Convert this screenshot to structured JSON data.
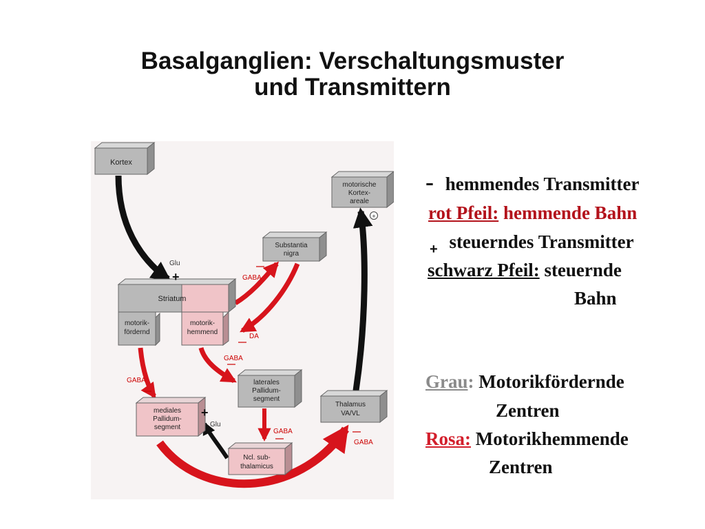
{
  "title": {
    "line1": "Basalganglien: Verschaltungsmuster",
    "line2": "und Transmittern"
  },
  "diagram": {
    "boxes": {
      "kortex": "Kortex",
      "motorische_l1": "motorische",
      "motorische_l2": "Kortex-",
      "motorische_l3": "areale",
      "substantia_l1": "Substantia",
      "substantia_l2": "nigra",
      "striatum": "Striatum",
      "foerdernd_l1": "motorik-",
      "foerdernd_l2": "fördernd",
      "hemmend_l1": "motorik-",
      "hemmend_l2": "hemmend",
      "laterales_l1": "laterales",
      "laterales_l2": "Pallidum-",
      "laterales_l3": "segment",
      "thalamus_l1": "Thalamus",
      "thalamus_l2": "VA/VL",
      "mediales_l1": "mediales",
      "mediales_l2": "Pallidum-",
      "mediales_l3": "segment",
      "ncl_l1": "Ncl. sub-",
      "ncl_l2": "thalamicus"
    },
    "labels": {
      "glu_top": "Glu",
      "plus_top": "+",
      "gaba_sn": "GABA",
      "da": "DA",
      "gaba_lat": "GABA",
      "gaba_med": "GABA",
      "plus_ncl": "+",
      "glu_ncl": "Glu",
      "gaba_ncl": "GABA",
      "gaba_thal": "GABA",
      "plus_circle": "+"
    }
  },
  "legend": {
    "minus_sign": "-",
    "hemmendes": "hemmendes Transmitter",
    "rot_label": "rot Pfeil:",
    "rot_text": "hemmende Bahn",
    "plus_sign": "+",
    "steuerndes": "steuerndes Transmitter",
    "schwarz_label": "schwarz Pfeil:",
    "schwarz_text": "steuernde",
    "schwarz_text2": "Bahn",
    "grau_label": "Grau",
    "grau_colon": ":",
    "grau_text": "Motorikfördernde",
    "grau_text2": "Zentren",
    "rosa_label": "Rosa:",
    "rosa_text": "Motorikhemmende",
    "rosa_text2": "Zentren"
  },
  "colors": {
    "grey_box": "#b9b9b9",
    "pink_box": "#f0c4c8",
    "red_arrow": "#d7141c",
    "black_arrow": "#111111",
    "grey_text": "#8a8a8a",
    "rose_text": "#d31f2c"
  }
}
